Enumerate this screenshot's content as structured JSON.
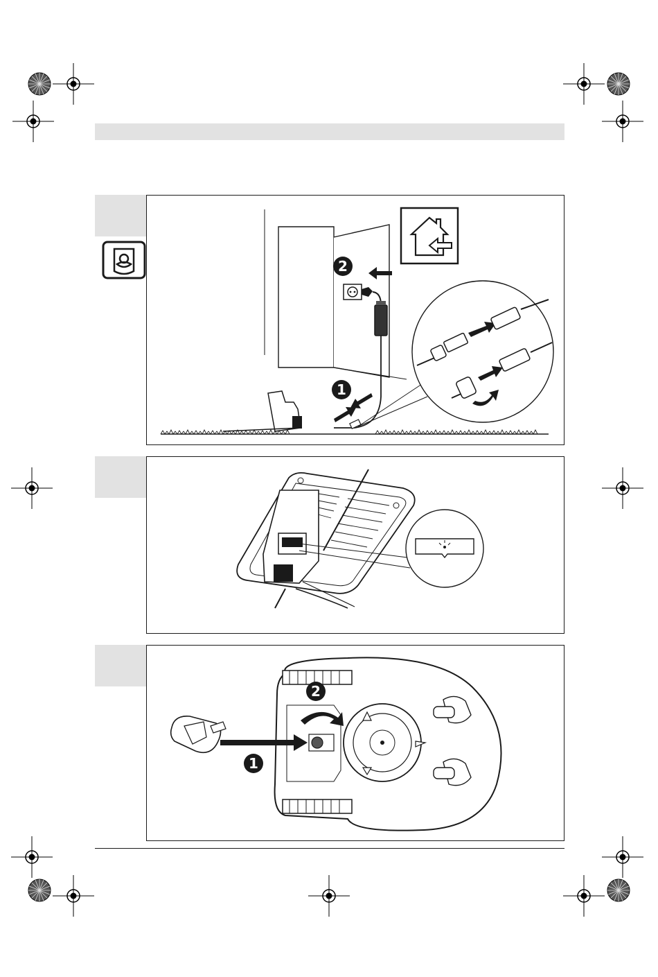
{
  "figures": [
    {
      "id": "figure-charging-station-connection",
      "steps": [
        "1",
        "2"
      ]
    },
    {
      "id": "figure-mower-on-station",
      "steps": []
    },
    {
      "id": "figure-blade-adjustment",
      "steps": [
        "1",
        "2"
      ]
    }
  ],
  "colors": {
    "ink": "#1a1a1a",
    "tab_gray": "#e2e2e2",
    "paper": "#ffffff"
  },
  "icons": [
    "registration-mark-icon",
    "charging-station-icon",
    "indoor-home-icon",
    "power-socket-icon"
  ]
}
